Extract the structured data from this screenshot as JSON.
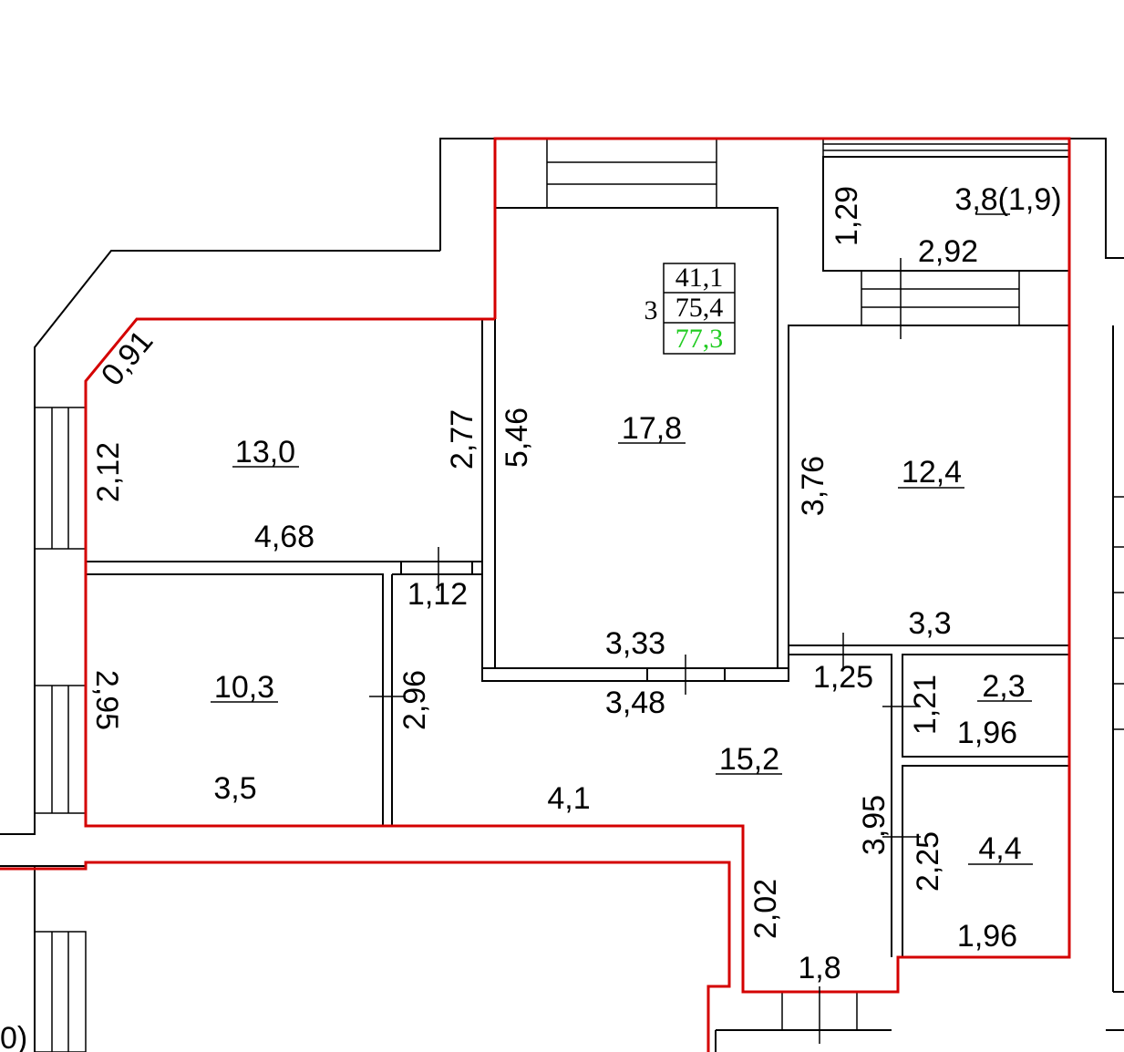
{
  "summary": {
    "living_area": "41,1",
    "total_area": "75,4",
    "total_with_balcony": "77,3",
    "rooms_count": "3",
    "green_color": "#22cc22"
  },
  "colors": {
    "boundary": "#d40000",
    "walls": "#000000"
  },
  "rooms": {
    "living_top_left": {
      "area": "13,0",
      "width": "4,68",
      "depth": "2,12",
      "diag": "0,91",
      "right_wall": "2,77"
    },
    "living_center": {
      "area": "17,8",
      "depth": "5,46",
      "width": "3,33"
    },
    "living_right": {
      "area": "12,4",
      "depth": "3,76",
      "width": "3,3"
    },
    "bedroom_left": {
      "area": "10,3",
      "depth": "2,95",
      "width": "3,5",
      "right_wall": "2,96"
    },
    "hall": {
      "area": "15,2",
      "length": "4,1",
      "w1": "3,48",
      "w2": "1,12",
      "w3": "1,25",
      "depth": "3,95",
      "corridor": "2,02",
      "corridor_w": "1,8"
    },
    "bath_small": {
      "area": "2,3",
      "depth": "1,21",
      "width": "1,96"
    },
    "bath_large": {
      "area": "4,4",
      "depth": "2,25",
      "width": "1,96"
    },
    "balcony": {
      "area": "3,8(1,9)",
      "depth": "1,29",
      "width": "2,92"
    }
  },
  "edge_text": {
    "bottom_left": "0)"
  }
}
